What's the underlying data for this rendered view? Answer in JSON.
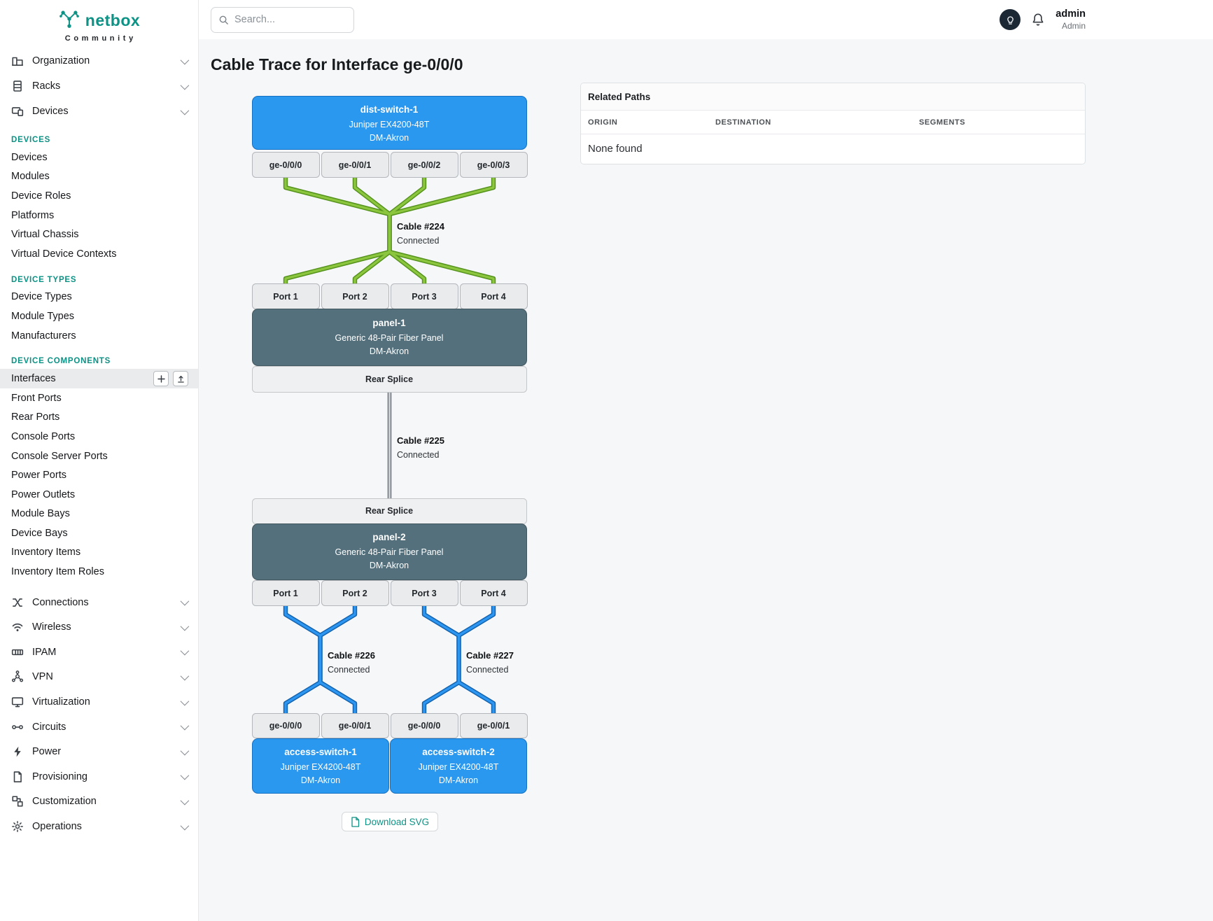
{
  "brand": {
    "name": "netbox",
    "subtitle": "Community"
  },
  "topbar": {
    "search_placeholder": "Search...",
    "username": "admin",
    "role": "Admin"
  },
  "sidebar": {
    "groups_top": [
      {
        "label": "Organization",
        "icon": "building-icon"
      },
      {
        "label": "Racks",
        "icon": "rack-icon"
      },
      {
        "label": "Devices",
        "icon": "devices-icon"
      }
    ],
    "sections": [
      {
        "title": "DEVICES",
        "items": [
          {
            "label": "Devices"
          },
          {
            "label": "Modules"
          },
          {
            "label": "Device Roles"
          },
          {
            "label": "Platforms"
          },
          {
            "label": "Virtual Chassis"
          },
          {
            "label": "Virtual Device Contexts"
          }
        ]
      },
      {
        "title": "DEVICE TYPES",
        "items": [
          {
            "label": "Device Types"
          },
          {
            "label": "Module Types"
          },
          {
            "label": "Manufacturers"
          }
        ]
      },
      {
        "title": "DEVICE COMPONENTS",
        "items": [
          {
            "label": "Interfaces",
            "active": true
          },
          {
            "label": "Front Ports"
          },
          {
            "label": "Rear Ports"
          },
          {
            "label": "Console Ports"
          },
          {
            "label": "Console Server Ports"
          },
          {
            "label": "Power Ports"
          },
          {
            "label": "Power Outlets"
          },
          {
            "label": "Module Bays"
          },
          {
            "label": "Device Bays"
          },
          {
            "label": "Inventory Items"
          },
          {
            "label": "Inventory Item Roles"
          }
        ]
      }
    ],
    "groups_bottom": [
      {
        "label": "Connections",
        "icon": "connections-icon"
      },
      {
        "label": "Wireless",
        "icon": "wifi-icon"
      },
      {
        "label": "IPAM",
        "icon": "ipam-icon"
      },
      {
        "label": "VPN",
        "icon": "vpn-icon"
      },
      {
        "label": "Virtualization",
        "icon": "monitor-icon"
      },
      {
        "label": "Circuits",
        "icon": "circuits-icon"
      },
      {
        "label": "Power",
        "icon": "lightning-icon"
      },
      {
        "label": "Provisioning",
        "icon": "provisioning-icon"
      },
      {
        "label": "Customization",
        "icon": "customization-icon"
      },
      {
        "label": "Operations",
        "icon": "gear-icon"
      }
    ]
  },
  "page": {
    "title": "Cable Trace for Interface ge-0/0/0",
    "download_label": "Download SVG"
  },
  "related_paths": {
    "title": "Related Paths",
    "columns": [
      "ORIGIN",
      "DESTINATION",
      "SEGMENTS"
    ],
    "empty_text": "None found"
  },
  "trace": {
    "dist_switch": {
      "name": "dist-switch-1",
      "model": "Juniper EX4200-48T",
      "site": "DM-Akron"
    },
    "top_ports": [
      "ge-0/0/0",
      "ge-0/0/1",
      "ge-0/0/2",
      "ge-0/0/3"
    ],
    "cable_224": {
      "label": "Cable #224",
      "status": "Connected"
    },
    "panel1_ports": [
      "Port 1",
      "Port 2",
      "Port 3",
      "Port 4"
    ],
    "panel_1": {
      "name": "panel-1",
      "model": "Generic 48-Pair Fiber Panel",
      "site": "DM-Akron"
    },
    "rear_splice_label": "Rear Splice",
    "cable_225": {
      "label": "Cable #225",
      "status": "Connected"
    },
    "panel_2": {
      "name": "panel-2",
      "model": "Generic 48-Pair Fiber Panel",
      "site": "DM-Akron"
    },
    "panel2_ports": [
      "Port 1",
      "Port 2",
      "Port 3",
      "Port 4"
    ],
    "cable_226": {
      "label": "Cable #226",
      "status": "Connected"
    },
    "cable_227": {
      "label": "Cable #227",
      "status": "Connected"
    },
    "bottom_ports": [
      "ge-0/0/0",
      "ge-0/0/1",
      "ge-0/0/0",
      "ge-0/0/1"
    ],
    "access_switch_1": {
      "name": "access-switch-1",
      "model": "Juniper EX4200-48T",
      "site": "DM-Akron"
    },
    "access_switch_2": {
      "name": "access-switch-2",
      "model": "Juniper EX4200-48T",
      "site": "DM-Akron"
    }
  },
  "colors": {
    "brand_teal": "#0e9285",
    "device_blue": "#2b98f0",
    "panel_slate": "#53707c",
    "cable_green": "#8cc63f",
    "cable_blue": "#2d96f1",
    "cable_gray": "#9aa0a5"
  }
}
